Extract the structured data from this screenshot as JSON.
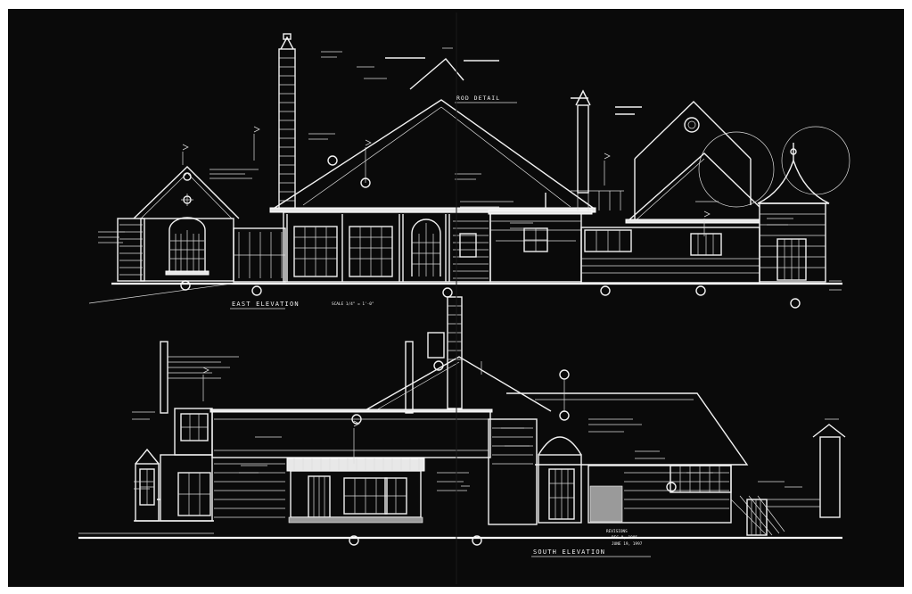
{
  "drawing": {
    "east_title": "EAST ELEVATION",
    "east_scale": "SCALE 1/4\" = 1'-0\"",
    "south_title": "SOUTH ELEVATION",
    "detail_title": "ROD DETAIL",
    "revisions": "REVISIONS",
    "rev_dates": [
      "DEC 8, 1995",
      "JUNE 19, 1997"
    ],
    "colors": {
      "background": "#0a0a0a",
      "linework": "#f2f2f2",
      "frame": "#ffffff"
    }
  }
}
